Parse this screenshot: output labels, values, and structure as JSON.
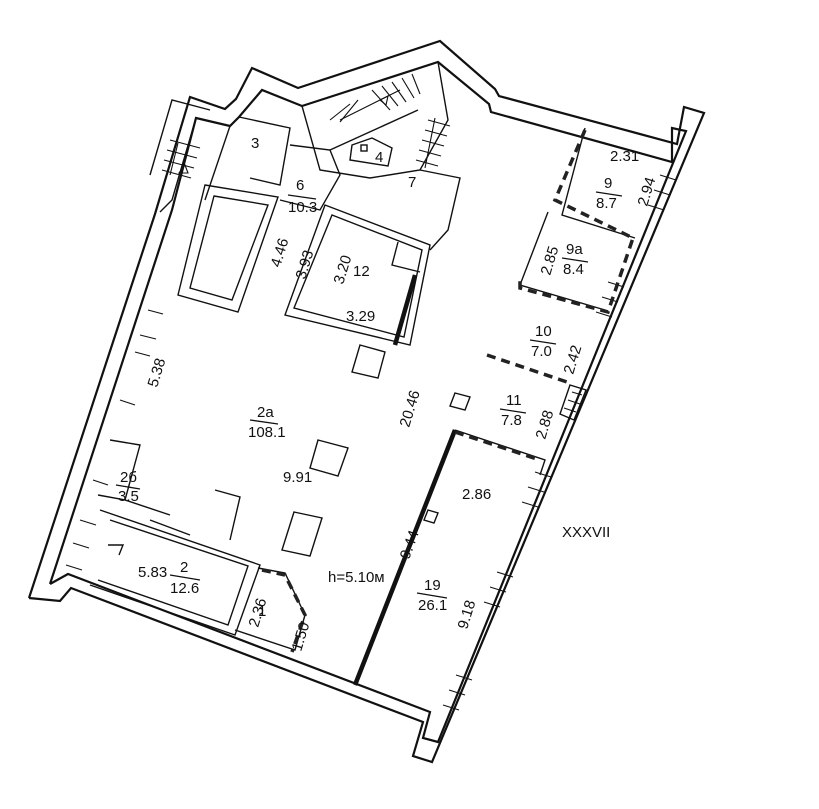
{
  "plan": {
    "sheet_label": "XXXVII",
    "ceiling_height": "h=5.10м",
    "rooms": [
      {
        "id": "2a",
        "number": "2a",
        "area": "108.1"
      },
      {
        "id": "2b",
        "number": "2б",
        "area": "3.5"
      },
      {
        "id": "2",
        "number": "2",
        "area": "12.6"
      },
      {
        "id": "1",
        "number": "1",
        "area": ""
      },
      {
        "id": "3",
        "number": "3",
        "area": ""
      },
      {
        "id": "4",
        "number": "4",
        "area": ""
      },
      {
        "id": "6",
        "number": "6",
        "area": "10.3"
      },
      {
        "id": "7",
        "number": "7",
        "area": ""
      },
      {
        "id": "12",
        "number": "12",
        "area": ""
      },
      {
        "id": "9",
        "number": "9",
        "area": "8.7"
      },
      {
        "id": "9a",
        "number": "9a",
        "area": "8.4"
      },
      {
        "id": "10",
        "number": "10",
        "area": "7.0"
      },
      {
        "id": "11",
        "number": "11",
        "area": "7.8"
      },
      {
        "id": "19",
        "number": "19",
        "area": "26.1"
      }
    ],
    "dimensions": {
      "d_446": "4.46",
      "d_393": "3.93",
      "d_320": "3.20",
      "d_329": "3.29",
      "d_538": "5.38",
      "d_2046": "20.46",
      "d_991": "9.91",
      "d_944": "9.44",
      "d_583": "5.83",
      "d_236": "2.36",
      "d_150": "1.50",
      "d_231": "2.31",
      "d_294": "2.94",
      "d_285": "2.85",
      "d_242": "2.42",
      "d_288a": "2.88",
      "d_286": "2.86",
      "d_918": "9.18"
    }
  }
}
